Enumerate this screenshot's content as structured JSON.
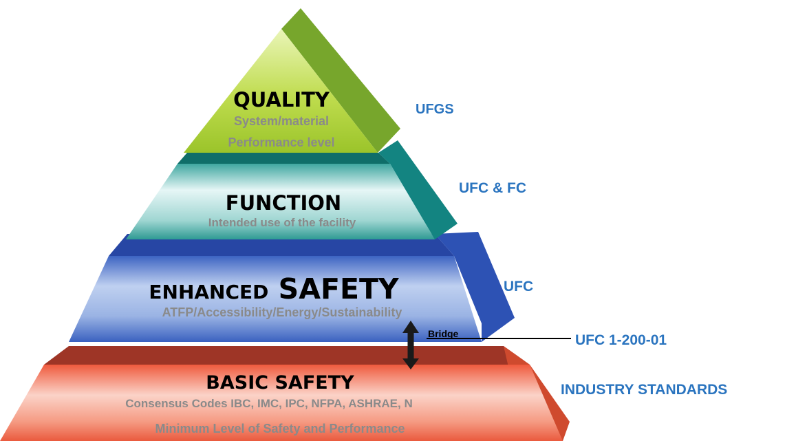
{
  "tiers": [
    {
      "title": "QUALITY",
      "lines": [
        "System/material",
        "Performance level"
      ],
      "side": "UFGS",
      "color": "#a6cc3a"
    },
    {
      "title": "FUNCTION",
      "lines": [
        "Intended use of the facility"
      ],
      "side": "UFC & FC",
      "color": "#1b8f8a"
    },
    {
      "title_small": "ENHANCED",
      "title_big": "SAFETY",
      "lines": [
        "ATFP/Accessibility/Energy/Sustainability"
      ],
      "side": "UFC",
      "color": "#2f55b3"
    },
    {
      "title": "BASIC SAFETY",
      "lines": [
        "Consensus Codes IBC, IMC, IPC, NFPA, ASHRAE, N",
        "Minimum Level of Safety and Performance"
      ],
      "side": "INDUSTRY STANDARDS",
      "color": "#e0452c"
    }
  ],
  "bridge": {
    "label": "Bridge",
    "callout": "UFC 1-200-01"
  },
  "text_color": "#2a74bf"
}
